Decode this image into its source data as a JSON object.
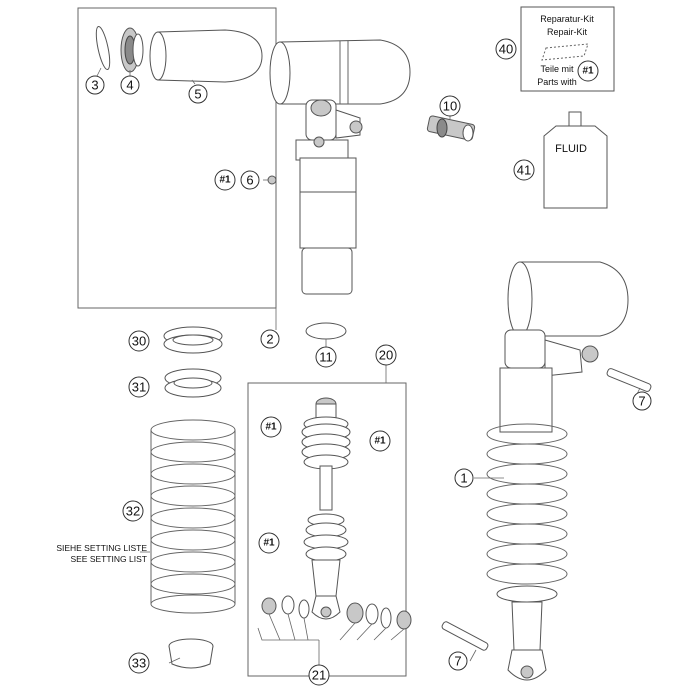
{
  "callouts": [
    {
      "id": "c3",
      "label": "3"
    },
    {
      "id": "c4",
      "label": "4"
    },
    {
      "id": "c5",
      "label": "5"
    },
    {
      "id": "c6",
      "label": "6"
    },
    {
      "id": "c10",
      "label": "10"
    },
    {
      "id": "c40",
      "label": "40"
    },
    {
      "id": "c41",
      "label": "41"
    },
    {
      "id": "c2",
      "label": "2"
    },
    {
      "id": "c11",
      "label": "11"
    },
    {
      "id": "c20",
      "label": "20"
    },
    {
      "id": "c30",
      "label": "30"
    },
    {
      "id": "c31",
      "label": "31"
    },
    {
      "id": "c32",
      "label": "32"
    },
    {
      "id": "c33",
      "label": "33"
    },
    {
      "id": "c1",
      "label": "1"
    },
    {
      "id": "c7a",
      "label": "7"
    },
    {
      "id": "c7b",
      "label": "7"
    },
    {
      "id": "c21",
      "label": "21"
    }
  ],
  "ref_marks": {
    "r6": "#1",
    "r_upper_left": "#1",
    "r_upper_right": "#1",
    "r_lower": "#1",
    "r_kit": "#1"
  },
  "repair_kit": {
    "line1": "Reparatur-Kit",
    "line2": "Repair-Kit",
    "line3": "Teile mit",
    "line4": "Parts with"
  },
  "fluid_label": "FLUID",
  "setting_note": {
    "line1": "SIEHE SETTING LISTE",
    "line2": "SEE SETTING LIST"
  }
}
